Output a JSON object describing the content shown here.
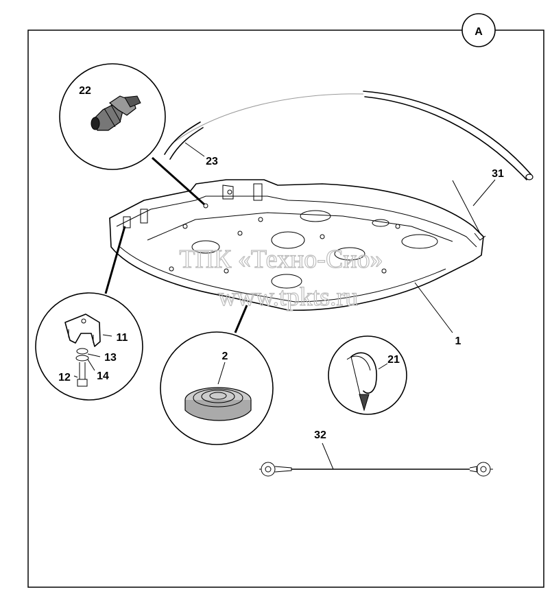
{
  "view_label": "A",
  "watermark": {
    "line1": "ТПК «Техно-Сио»",
    "line2": "www.tpkts.ru"
  },
  "callouts": {
    "c1": "1",
    "c2": "2",
    "c11": "11",
    "c12": "12",
    "c13": "13",
    "c14": "14",
    "c21": "21",
    "c22": "22",
    "c23": "23",
    "c31": "31",
    "c32": "32"
  }
}
